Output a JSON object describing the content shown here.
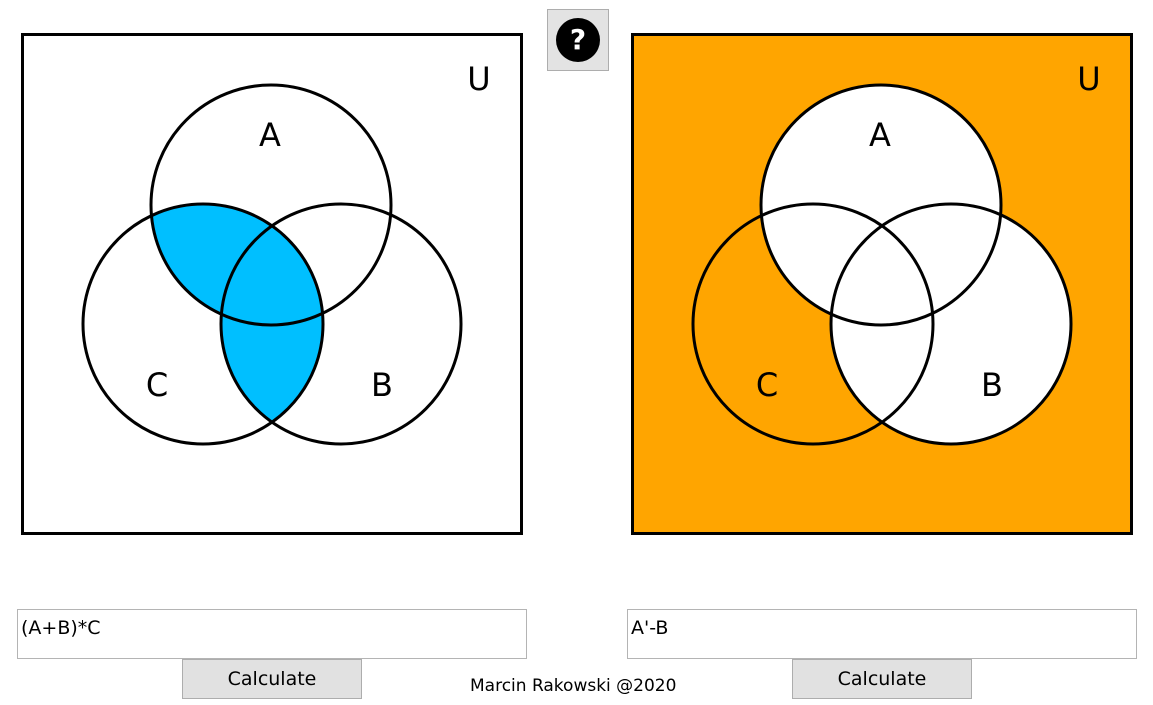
{
  "universe_label": "U",
  "set_labels": {
    "a": "A",
    "b": "B",
    "c": "C"
  },
  "diagrams": [
    {
      "id": "left",
      "expression": "(A+B)*C",
      "shaded_regions": [
        "AC",
        "ABC",
        "BC"
      ],
      "shade_color": "#00BFFF",
      "background_color": "#FFFFFF"
    },
    {
      "id": "right",
      "expression": "A'-B",
      "shaded_regions": [
        "outside",
        "C"
      ],
      "shade_color": "#FFA500",
      "background_color": "#FFA500"
    }
  ],
  "buttons": {
    "calculate_label": "Calculate",
    "help_symbol": "?"
  },
  "footer": {
    "author": "Marcin Rakowski @2020"
  }
}
